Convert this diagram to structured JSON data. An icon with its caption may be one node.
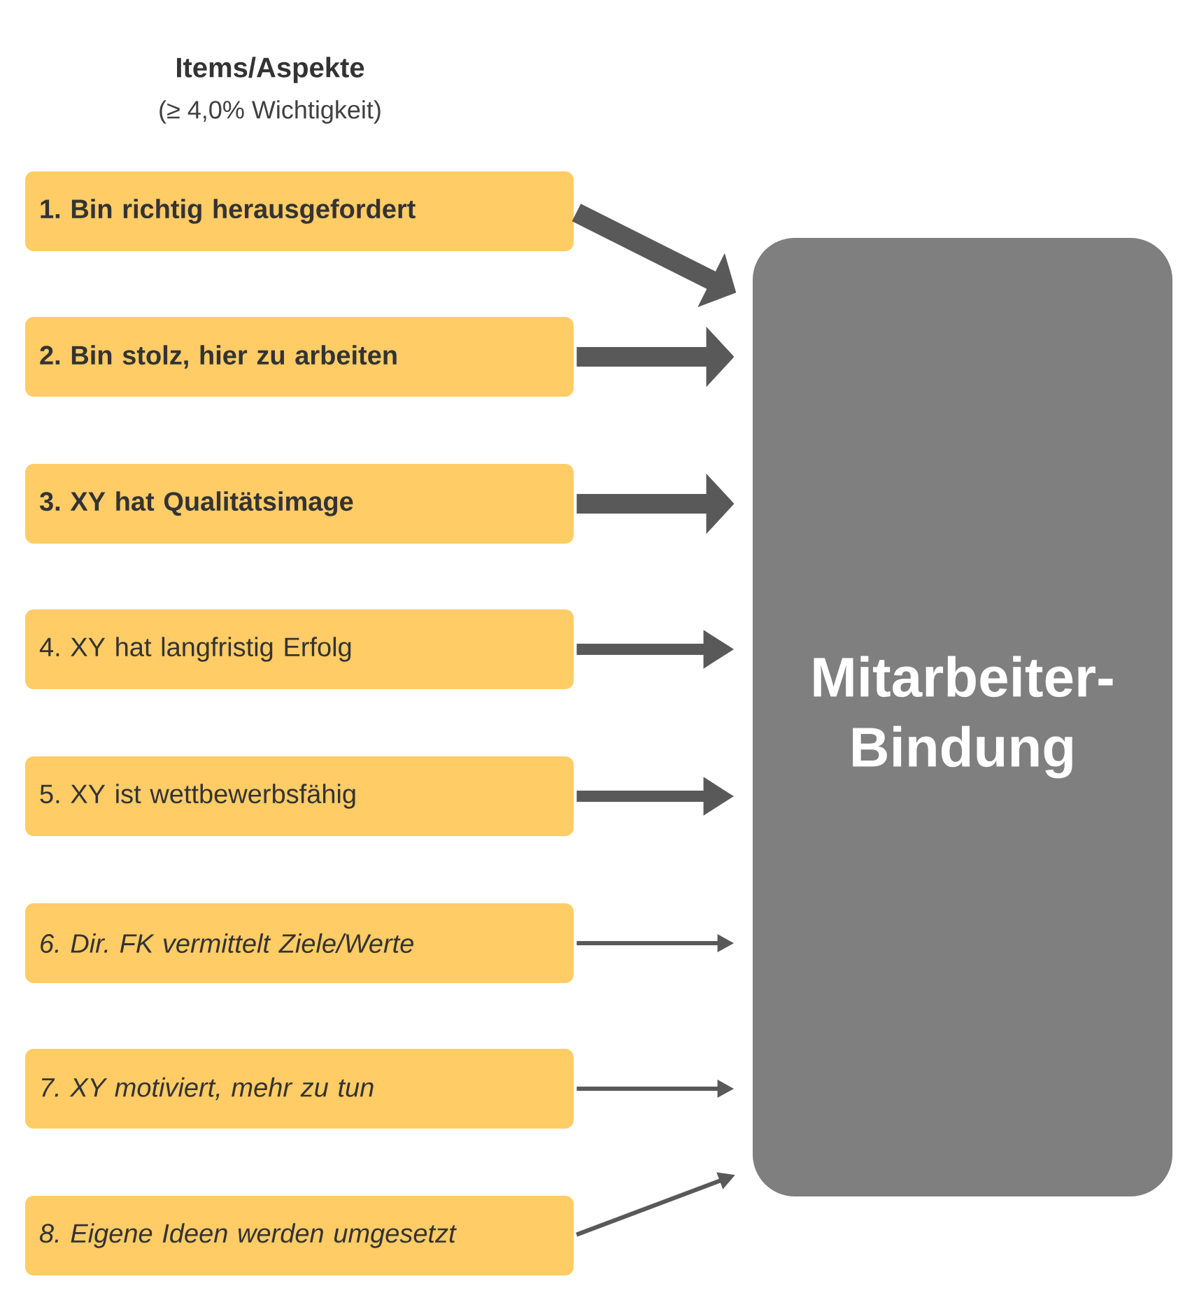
{
  "diagram": {
    "title": "Items/Aspekte",
    "nodes": [
      {
        "text": [
          "1. Bin richtig herausgefordert"
        ]
      },
      {
        "text": [
          "2. Bin stolz, hier zu arbeiten"
        ]
      },
      {
        "text": [
          "3. XY hat Qualitätsimage"
        ]
      },
      {
        "text": [
          "4. XY hat langfristig Erfolg"
        ]
      },
      {
        "text": [
          "5. XY ist wettbewerbsfähig"
        ]
      },
      {
        "text": [
          "6. Dir. FK vermittelt Ziele/Werte"
        ]
      },
      {
        "text": [
          "7. XY motiviert, mehr zu tun"
        ]
      },
      {
        "text": [
          "8. Eigene Ideen werden umgesetzt"
        ]
      },
      {
        "text": [
          "Mitarbeiter-Bindung"
        ]
      }
    ],
    "edges": [
      {
        "from": 0,
        "to": 8,
        "arrow": "to"
      },
      {
        "from": 1,
        "to": 8,
        "arrow": "to"
      },
      {
        "from": 2,
        "to": 8,
        "arrow": "to"
      },
      {
        "from": 3,
        "to": 8,
        "arrow": "to"
      },
      {
        "from": 4,
        "to": 8,
        "arrow": "to"
      },
      {
        "from": 5,
        "to": 8,
        "arrow": "to"
      },
      {
        "from": 6,
        "to": 8,
        "arrow": "to"
      },
      {
        "from": 7,
        "to": 8,
        "arrow": "to"
      }
    ],
    "labels": [
      "(≥ 4,0% Wichtigkeit)"
    ]
  }
}
